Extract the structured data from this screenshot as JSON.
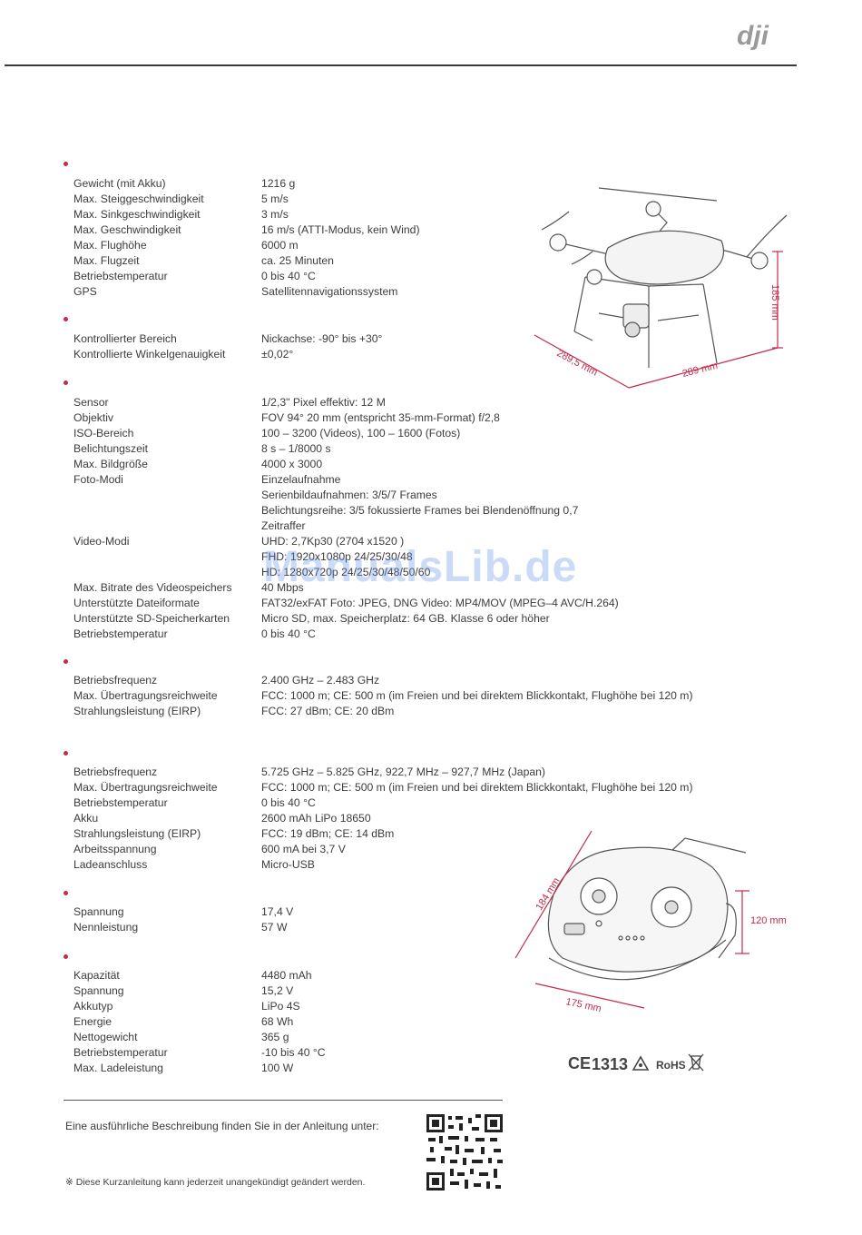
{
  "brand": {
    "logo_text": "dji"
  },
  "sections": {
    "aircraft": [
      [
        "Gewicht (mit Akku)",
        "1216 g"
      ],
      [
        "Max. Steiggeschwindigkeit",
        "5 m/s"
      ],
      [
        "Max. Sinkgeschwindigkeit",
        "3 m/s"
      ],
      [
        "Max. Geschwindigkeit",
        "16 m/s (ATTI-Modus, kein Wind)"
      ],
      [
        "Max. Flughöhe",
        "6000 m"
      ],
      [
        "Max. Flugzeit",
        "ca. 25 Minuten"
      ],
      [
        "Betriebstemperatur",
        "0 bis 40 °C"
      ],
      [
        "GPS",
        "Satellitennavigationssystem"
      ]
    ],
    "gimbal": [
      [
        "Kontrollierter Bereich",
        "Nickachse: -90° bis +30°"
      ],
      [
        "Kontrollierte Winkelgenauigkeit",
        "±0,02°"
      ]
    ],
    "camera": [
      [
        "Sensor",
        "1/2,3\"   Pixel effektiv: 12 M"
      ],
      [
        "Objektiv",
        "FOV 94°    20 mm (entspricht 35-mm-Format)  f/2,8"
      ],
      [
        "ISO-Bereich",
        "100 – 3200 (Videos), 100 – 1600 (Fotos)"
      ],
      [
        "Belichtungszeit",
        "8 s – 1/8000 s"
      ],
      [
        "Max. Bildgröße",
        "4000 x 3000"
      ],
      [
        "Foto-Modi",
        "Einzelaufnahme"
      ],
      [
        "",
        "Serienbildaufnahmen: 3/5/7 Frames"
      ],
      [
        "",
        "Belichtungsreihe: 3/5 fokussierte Frames bei Blendenöffnung 0,7"
      ],
      [
        "",
        "Zeitraffer"
      ],
      [
        "Video-Modi",
        "UHD: 2,7Kp30 (2704 x1520 )"
      ],
      [
        "",
        "FHD: 1920x1080p 24/25/30/48"
      ],
      [
        "",
        "HD: 1280x720p 24/25/30/48/50/60"
      ],
      [
        "Max. Bitrate des Videospeichers",
        "40 Mbps"
      ],
      [
        "Unterstützte Dateiformate",
        "FAT32/exFAT  Foto: JPEG, DNG  Video: MP4/MOV (MPEG–4 AVC/H.264)"
      ],
      [
        "Unterstützte SD-Speicherkarten",
        "Micro SD, max. Speicherplatz: 64 GB. Klasse 6 oder höher"
      ],
      [
        "Betriebstemperatur",
        "0 bis 40 °C"
      ]
    ],
    "video_link": [
      [
        "Betriebsfrequenz",
        "2.400 GHz – 2.483 GHz"
      ],
      [
        "Max. Übertragungsreichweite",
        "FCC: 1000 m; CE: 500 m (im Freien und bei direktem Blickkontakt, Flughöhe bei 120 m)"
      ],
      [
        "Strahlungsleistung (EIRP)",
        "FCC: 27 dBm; CE: 20 dBm"
      ]
    ],
    "remote": [
      [
        "Betriebsfrequenz",
        "5.725 GHz – 5.825 GHz, 922,7 MHz – 927,7 MHz (Japan)"
      ],
      [
        "Max. Übertragungsreichweite",
        "FCC: 1000 m; CE: 500 m (im Freien und bei direktem Blickkontakt, Flughöhe bei 120 m)"
      ],
      [
        "Betriebstemperatur",
        "0 bis 40 °C"
      ],
      [
        "Akku",
        "2600 mAh  LiPo 18650"
      ],
      [
        "Strahlungsleistung (EIRP)",
        "FCC: 19 dBm; CE: 14 dBm"
      ],
      [
        "Arbeitsspannung",
        "600 mA bei 3,7 V"
      ],
      [
        "Ladeanschluss",
        "Micro-USB"
      ]
    ],
    "charger": [
      [
        "Spannung",
        "17,4 V"
      ],
      [
        "Nennleistung",
        "57 W"
      ]
    ],
    "battery": [
      [
        "Kapazität",
        "4480 mAh"
      ],
      [
        "Spannung",
        "15,2 V"
      ],
      [
        "Akkutyp",
        "LiPo 4S"
      ],
      [
        "Energie",
        "68 Wh"
      ],
      [
        "Nettogewicht",
        "365 g"
      ],
      [
        "Betriebstemperatur",
        "-10 bis 40 °C"
      ],
      [
        "Max. Ladeleistung",
        "100 W"
      ]
    ]
  },
  "diagrams": {
    "aircraft": {
      "height": "185 mm",
      "depth": "289,5 mm",
      "width": "289 mm"
    },
    "remote": {
      "diag": "184 mm",
      "height": "120 mm",
      "width": "175 mm"
    }
  },
  "cert": {
    "ce_number": "1313",
    "rohs": "RoHS"
  },
  "footer": {
    "text": "Eine ausführliche Beschreibung finden Sie in der Anleitung unter:",
    "note": "※ Diese Kurzanleitung kann jederzeit unangekündigt geändert werden."
  },
  "watermark": "ManualsLib.de",
  "colors": {
    "accent": "#c42a4c",
    "text": "#3a3a3a"
  }
}
